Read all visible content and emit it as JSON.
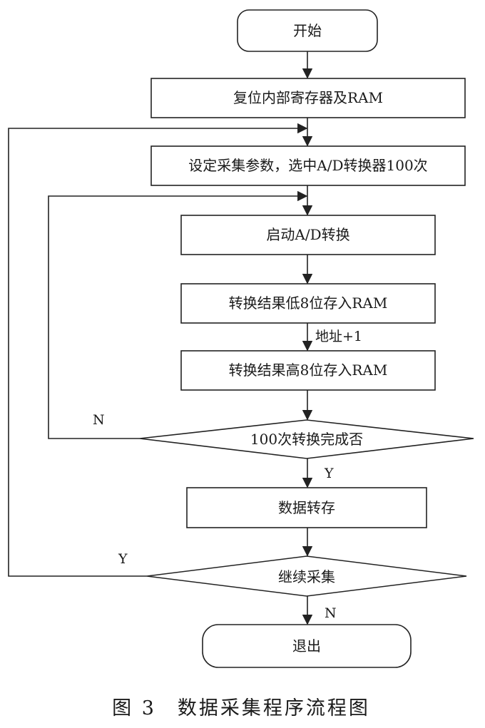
{
  "nodes": {
    "start": "开始",
    "reset": "复位内部寄存器及RAM",
    "setup": "设定采集参数，选中A/D转换器100次",
    "start_ad": "启动A/D转换",
    "store_low": "转换结果低8位存入RAM",
    "store_high": "转换结果高8位存入RAM",
    "check_100": "100次转换完成否",
    "save_data": "数据转存",
    "continue": "继续采集",
    "exit": "退出"
  },
  "edge_labels": {
    "addr_inc": "地址+1",
    "check_no": "N",
    "check_yes": "Y",
    "continue_yes": "Y",
    "continue_no": "N"
  },
  "caption": "图 3　数据采集程序流程图"
}
